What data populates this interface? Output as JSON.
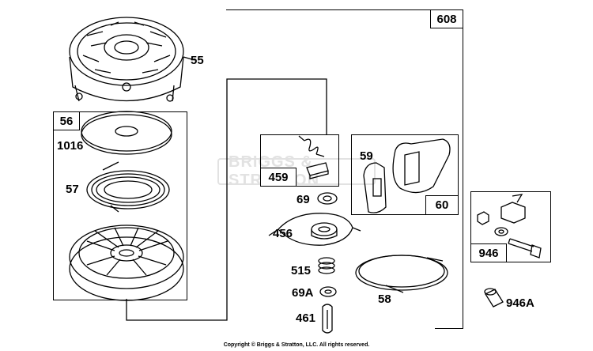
{
  "watermark_text": "BRIGGS & STRATTON",
  "copyright": "Copyright © Briggs & Stratton, LLC. All rights reserved.",
  "assembly_boxes": {
    "main": "608",
    "starter_pulley": "56",
    "spring_kit": "459",
    "handle_kit": "60",
    "hardware_kit": "946"
  },
  "part_labels": {
    "housing": "55",
    "washer_1016": "1016",
    "rewind_spring": "57",
    "washer_69": "69",
    "ratchet": "456",
    "spring_515": "515",
    "washer_69a": "69A",
    "pin_461": "461",
    "rope": "58",
    "handle_59": "59",
    "cap_946a": "946A"
  }
}
